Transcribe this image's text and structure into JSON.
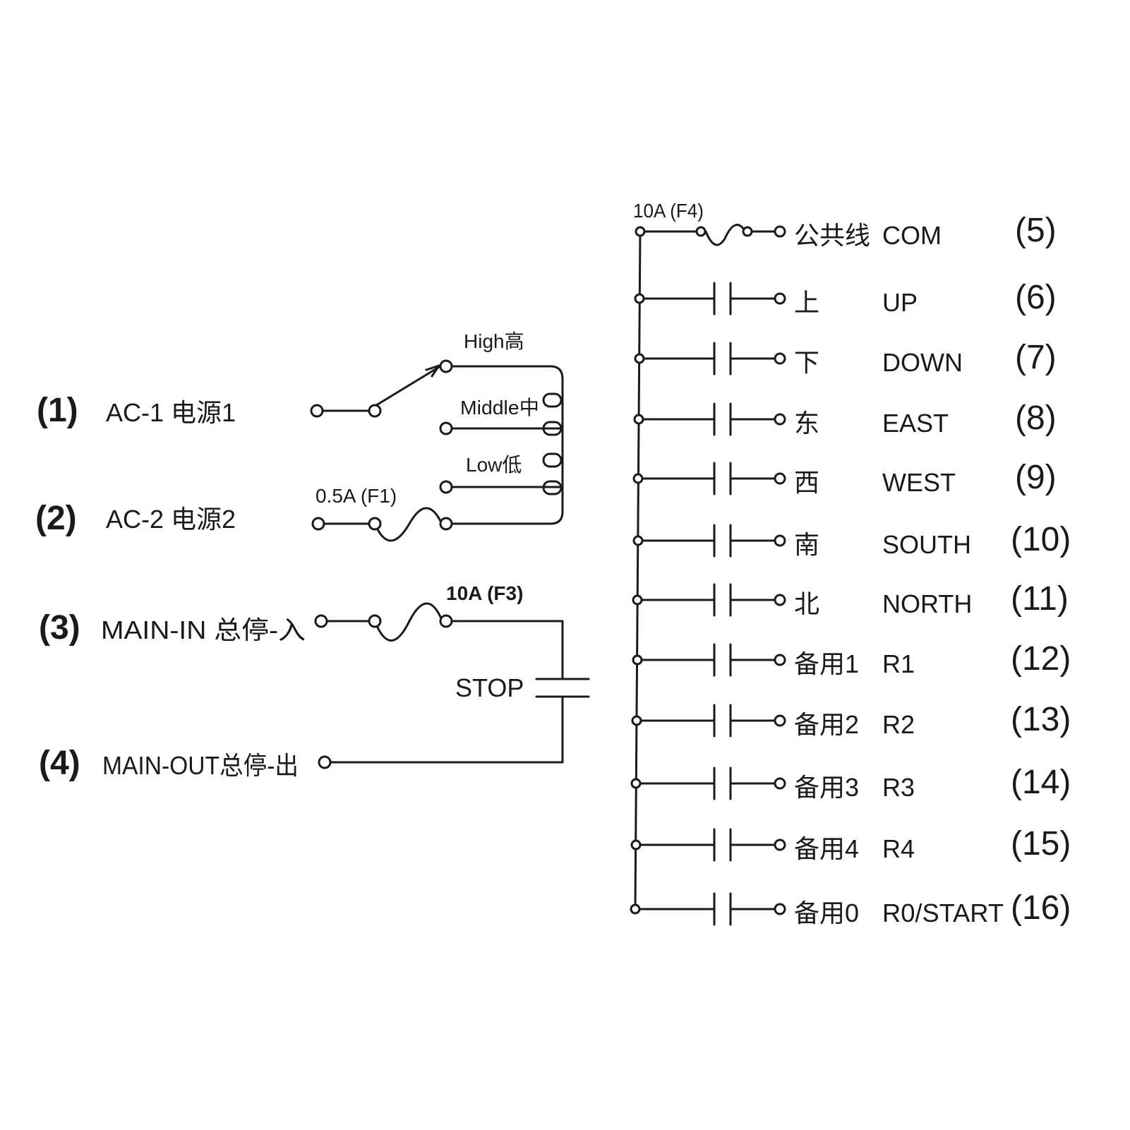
{
  "left_inputs": [
    {
      "num": "(1)",
      "label": "AC-1  电源1"
    },
    {
      "num": "(2)",
      "label": "AC-2 电源2"
    },
    {
      "num": "(3)",
      "label": "MAIN-IN 总停-入"
    },
    {
      "num": "(4)",
      "label": "MAIN-OUT总停-出"
    }
  ],
  "switch": {
    "high": "High高",
    "middle": "Middle中",
    "low": "Low低"
  },
  "fuses": {
    "f1": "0.5A (F1)",
    "f3": "10A (F3)",
    "f4": "10A (F4)"
  },
  "stop_label": "STOP",
  "outputs": [
    {
      "cn": "公共线",
      "en": "COM",
      "num": "(5)"
    },
    {
      "cn": "上",
      "en": "UP",
      "num": "(6)"
    },
    {
      "cn": "下",
      "en": "DOWN",
      "num": "(7)"
    },
    {
      "cn": "东",
      "en": "EAST",
      "num": "(8)"
    },
    {
      "cn": "西",
      "en": "WEST",
      "num": "(9)"
    },
    {
      "cn": "南",
      "en": "SOUTH",
      "num": "(10)"
    },
    {
      "cn": "北",
      "en": "NORTH",
      "num": "(11)"
    },
    {
      "cn": "备用1",
      "en": "R1",
      "num": "(12)"
    },
    {
      "cn": "备用2",
      "en": "R2",
      "num": "(13)"
    },
    {
      "cn": "备用3",
      "en": "R3",
      "num": "(14)"
    },
    {
      "cn": "备用4",
      "en": "R4",
      "num": "(15)"
    },
    {
      "cn": "备用0",
      "en": "R0/START",
      "num": "(16)"
    }
  ]
}
